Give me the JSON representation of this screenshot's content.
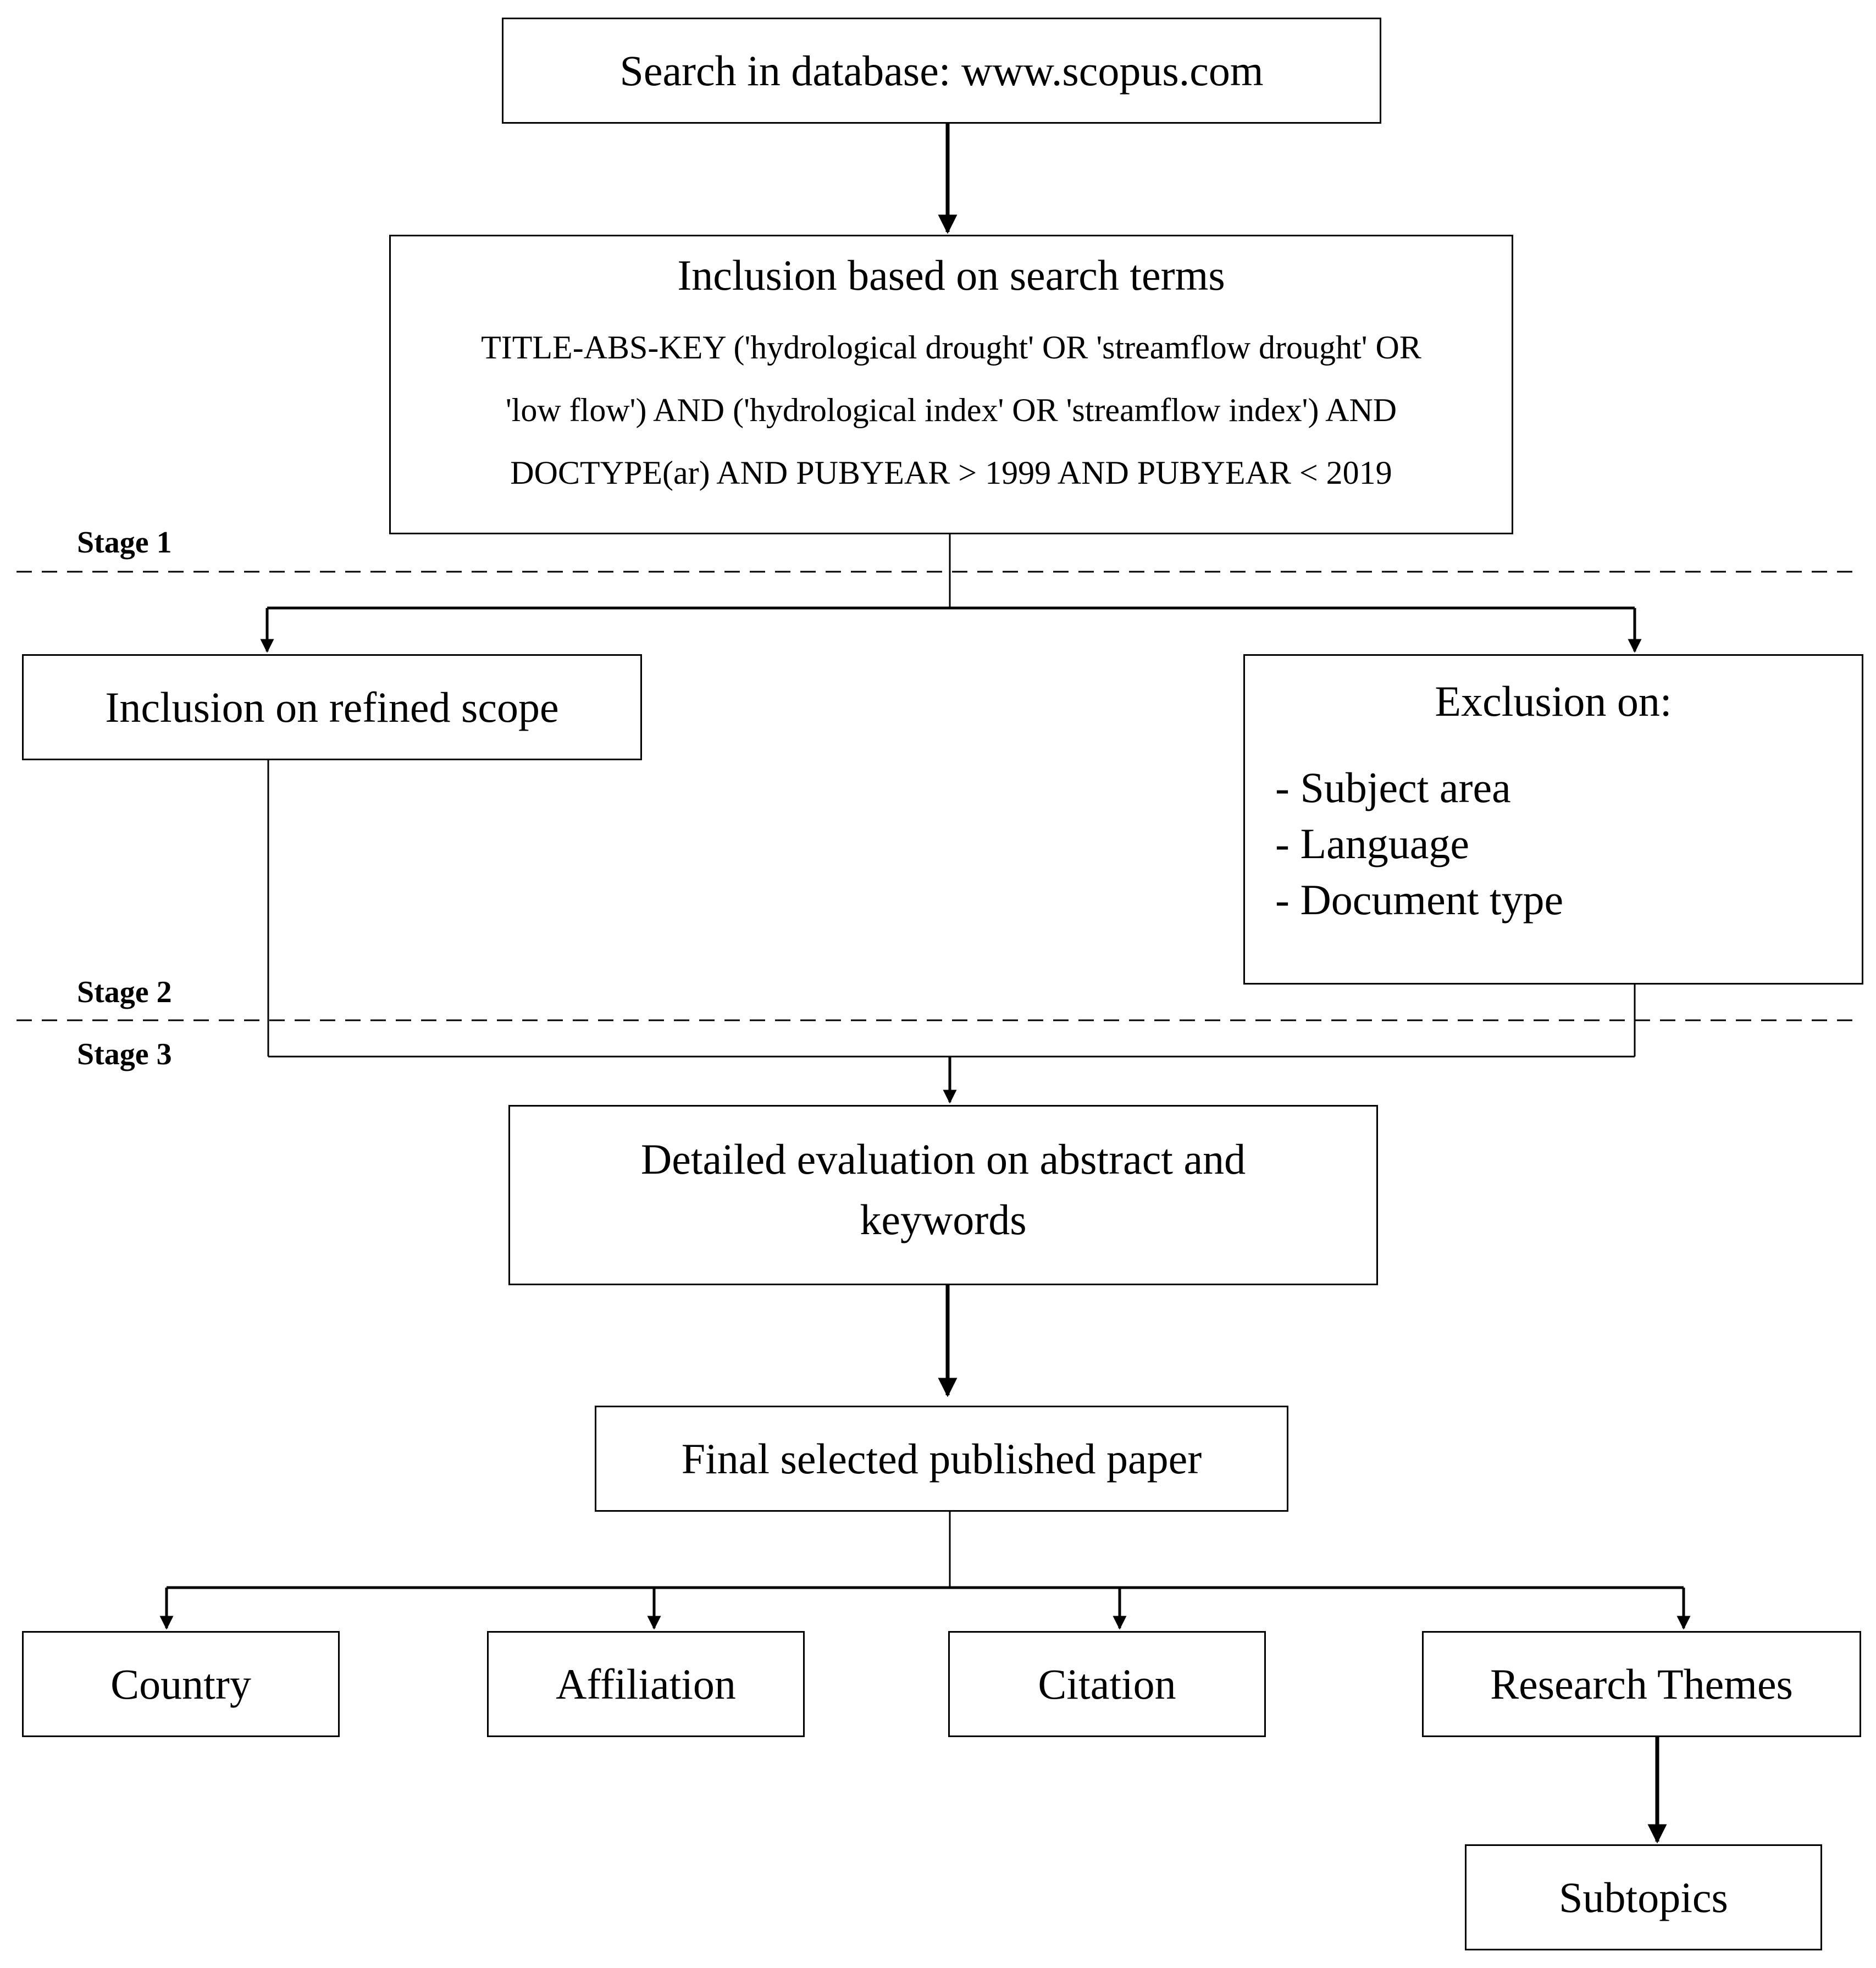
{
  "nodes": {
    "search": "Search in database: www.scopus.com",
    "inclusion_terms": {
      "title": "Inclusion based on search terms",
      "lines": [
        "TITLE-ABS-KEY ('hydrological drought' OR 'streamflow drought' OR",
        "'low flow') AND ('hydrological index' OR 'streamflow index') AND",
        "DOCTYPE(ar) AND PUBYEAR > 1999 AND PUBYEAR < 2019"
      ]
    },
    "refined": "Inclusion on refined scope",
    "exclusion": {
      "title": "Exclusion on:",
      "items": [
        "- Subject area",
        "- Language",
        "- Document type"
      ]
    },
    "detailed": [
      "Detailed evaluation on abstract and",
      "keywords"
    ],
    "final": "Final selected published paper",
    "country": "Country",
    "affiliation": "Affiliation",
    "citation": "Citation",
    "themes": "Research Themes",
    "subtopics": "Subtopics"
  },
  "stages": [
    "Stage 1",
    "Stage 2",
    "Stage 3"
  ]
}
